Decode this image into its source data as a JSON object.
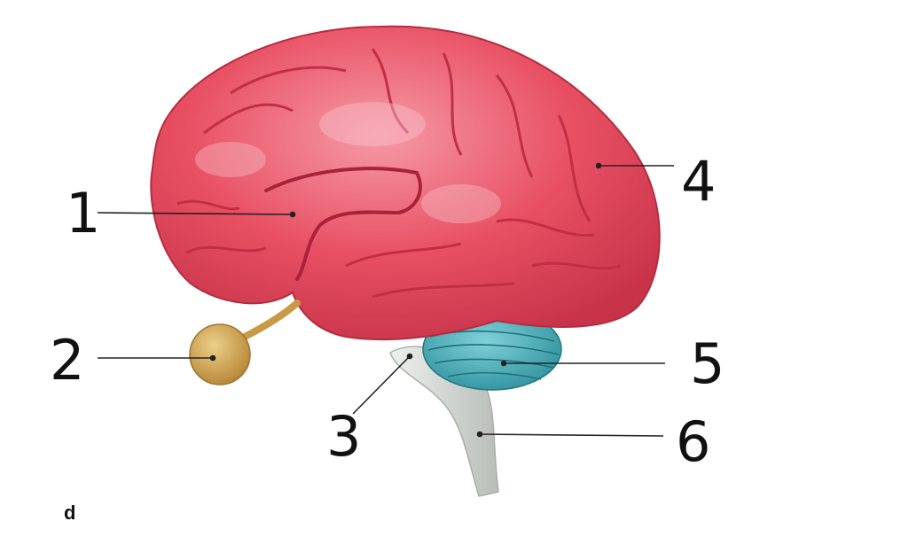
{
  "labels": [
    {
      "id": "1",
      "text": "1"
    },
    {
      "id": "2",
      "text": "2"
    },
    {
      "id": "3",
      "text": "3"
    },
    {
      "id": "4",
      "text": "4"
    },
    {
      "id": "5",
      "text": "5"
    },
    {
      "id": "6",
      "text": "6"
    }
  ],
  "panel_letter": "d",
  "colors": {
    "cerebrum": "#e84f63",
    "cerebrum_highlight": "#f7b3bb",
    "cerebrum_shadow": "#c22a40",
    "olfactory_bulb": "#cfa14e",
    "cerebellum": "#3ea7b4",
    "brainstem": "#d9dcd9",
    "leader_line": "#222222",
    "label_text": "#111111"
  }
}
